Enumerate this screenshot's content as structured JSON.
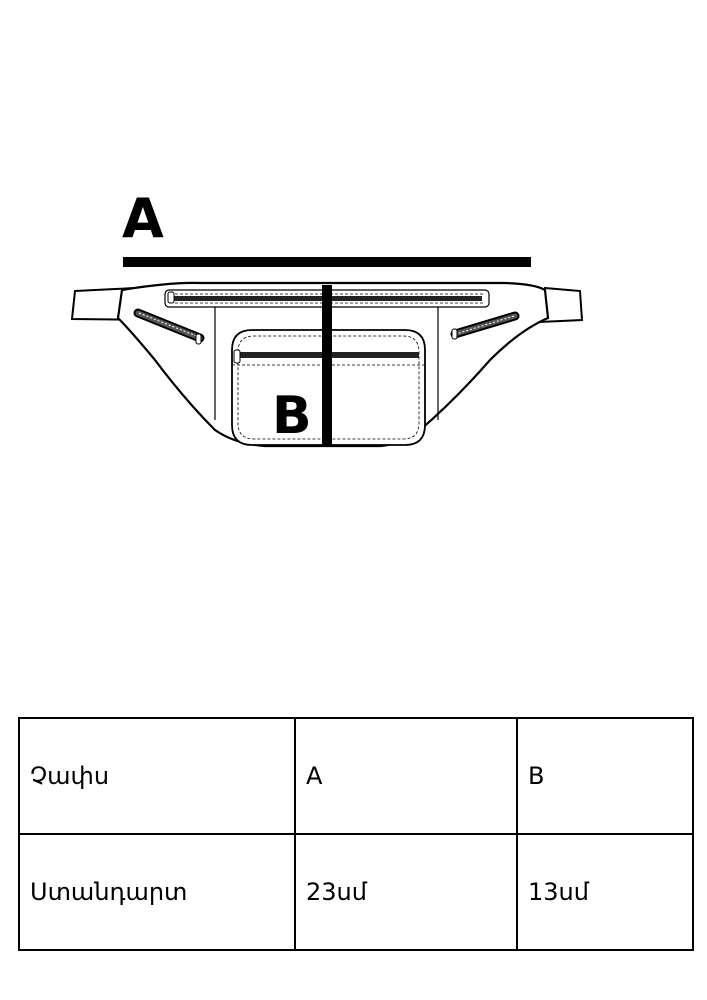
{
  "diagram": {
    "label_a": "A",
    "label_b": "B"
  },
  "size_table": {
    "headers": [
      "Չափս",
      "A",
      "B"
    ],
    "rows": [
      [
        "Ստանդարտ",
        "23սմ",
        "13սմ"
      ]
    ]
  }
}
